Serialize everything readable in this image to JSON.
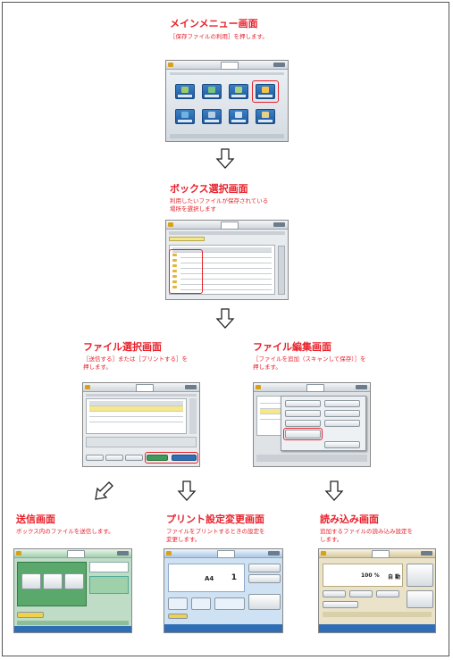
{
  "colors": {
    "accent": "#e8202a",
    "ui_blue": "#2f6eb5",
    "ui_green": "#3f9a57",
    "ui_yellow": "#f5e88a"
  },
  "main_menu": {
    "title": "メインメニュー画面",
    "desc": "［保存ファイルの利用］を押します。"
  },
  "box_select": {
    "title": "ボックス選択画面",
    "desc_lines": [
      "利用したいファイルが保存されている",
      "場所を選択します"
    ]
  },
  "file_select": {
    "title": "ファイル選択画面",
    "desc_lines": [
      "［送信する］または［プリントする］を",
      "押します。"
    ]
  },
  "file_edit": {
    "title": "ファイル編集画面",
    "desc_lines": [
      "［ファイルを追加（スキャンして保存）］を",
      "押します。"
    ]
  },
  "send": {
    "title": "送信画面",
    "desc": "ボックス内のファイルを送信します。"
  },
  "print_settings": {
    "title": "プリント設定変更画面",
    "desc_lines": [
      "ファイルをプリントするときの設定を",
      "変更します。"
    ]
  },
  "scan_in": {
    "title": "読み込み画面",
    "desc_lines": [
      "追加するファイルの読み込み設定を",
      "します。"
    ]
  },
  "icons": [
    "arrow-down-icon",
    "arrow-down-left-icon",
    "folder-icon",
    "close-icon"
  ]
}
